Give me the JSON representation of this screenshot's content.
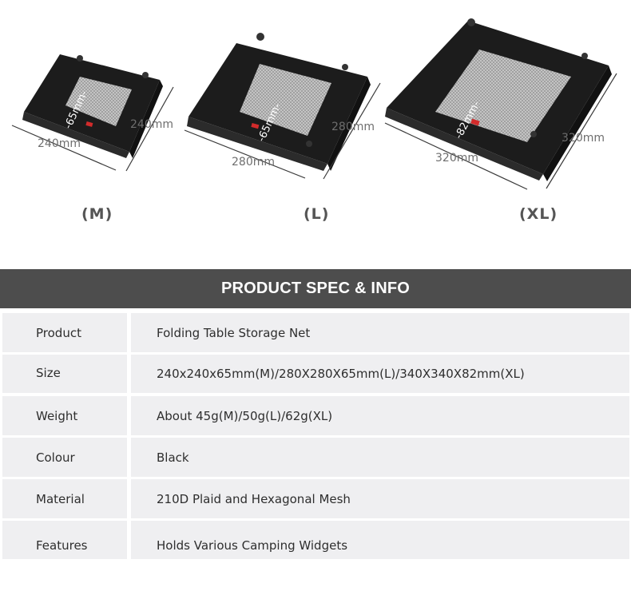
{
  "products": [
    {
      "size_label": "(M)",
      "width": "240mm",
      "depth": "240mm",
      "height": "-65mm-"
    },
    {
      "size_label": "(L)",
      "width": "280mm",
      "depth": "280mm",
      "height": "-65mm-"
    },
    {
      "size_label": "(XL)",
      "width": "320mm",
      "depth": "320mm",
      "height": "-82mm-"
    }
  ],
  "spec": {
    "title": "PRODUCT SPEC & INFO",
    "rows": [
      {
        "label": "Product",
        "value": "Folding Table Storage Net"
      },
      {
        "label": "Size",
        "value": "240x240x65mm(M)/280X280X65mm(L)/340X340X82mm(XL)"
      },
      {
        "label": "Weight",
        "value": "About 45g(M)/50g(L)/62g(XL)"
      },
      {
        "label": "Colour",
        "value": "Black"
      },
      {
        "label": "Material",
        "value": "210D Plaid and Hexagonal Mesh"
      },
      {
        "label": "Features",
        "value": "Holds Various Camping Widgets"
      }
    ]
  },
  "colors": {
    "header_bg": "#4d4d4d",
    "row_bg": "#efeff1",
    "fabric": "#1e1e1e",
    "mesh": "#bdbdbd",
    "tag": "#d22b2b"
  }
}
